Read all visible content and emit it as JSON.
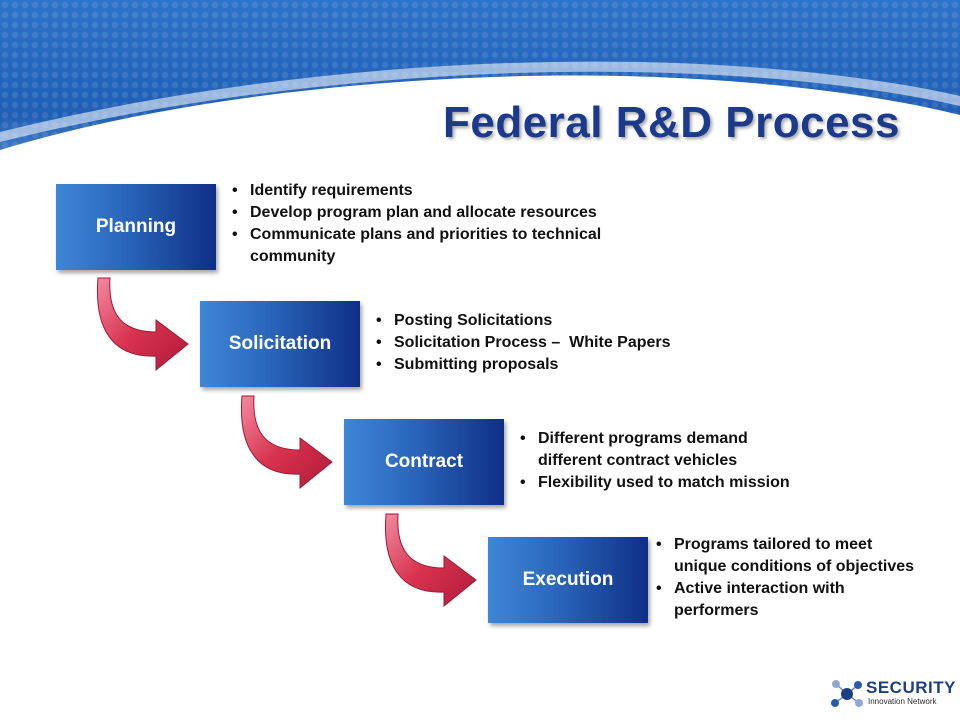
{
  "title": "Federal R&D Process",
  "stages": [
    {
      "label": "Planning",
      "bullets": [
        "Identify requirements",
        "Develop program plan and allocate resources",
        "Communicate plans and priorities to technical community"
      ]
    },
    {
      "label": "Solicitation",
      "bullets": [
        "Posting Solicitations",
        "Solicitation Process –  White Papers",
        "Submitting proposals"
      ]
    },
    {
      "label": "Contract",
      "bullets": [
        "Different programs demand different contract vehicles",
        "Flexibility used to match mission"
      ]
    },
    {
      "label": "Execution",
      "bullets": [
        "Programs tailored to meet unique conditions of objectives",
        "Active interaction with performers"
      ]
    }
  ],
  "logo": {
    "word": "SECURITY",
    "subtitle": "Innovation Network"
  },
  "colors": {
    "title": "#1b3a8c",
    "stage_box_light": "#3f86d6",
    "stage_box_dark": "#0f2f86",
    "arrow": "#d8334f",
    "header_blue": "#1f5fb5"
  }
}
